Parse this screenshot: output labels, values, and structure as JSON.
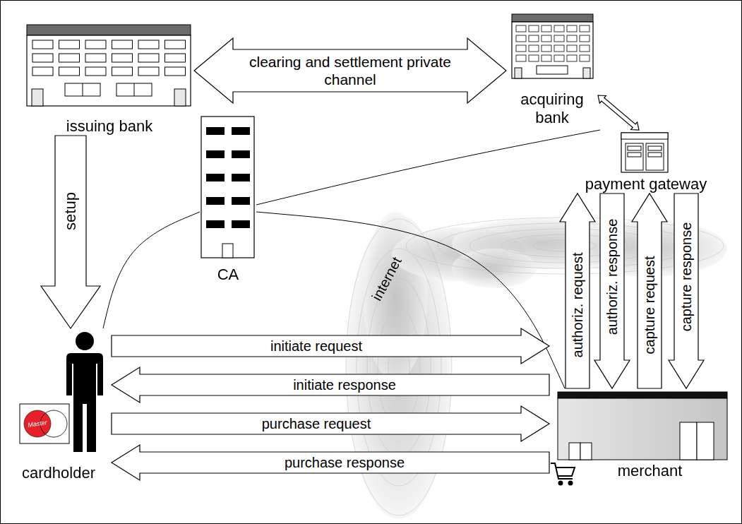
{
  "diagram": {
    "nodes": [
      {
        "text": [
          "issuing bank"
        ]
      },
      {
        "text": [
          "acquiring bank"
        ]
      },
      {
        "text": [
          "payment gateway"
        ]
      },
      {
        "text": [
          "CA"
        ]
      },
      {
        "text": [
          "cardholder"
        ]
      },
      {
        "text": [
          "merchant"
        ]
      }
    ],
    "edges": [
      {
        "from": 0,
        "to": 1,
        "arrow": "both",
        "label": "clearing and settlement private channel"
      },
      {
        "from": 1,
        "to": 2,
        "arrow": "both"
      },
      {
        "from": 0,
        "to": 4,
        "arrow": "to",
        "label": "setup"
      },
      {
        "from": 3,
        "to": 2,
        "arrow": "none"
      },
      {
        "from": 3,
        "to": 4,
        "arrow": "none"
      },
      {
        "from": 3,
        "to": 5,
        "arrow": "none"
      },
      {
        "from": 4,
        "to": 5,
        "arrow": "to",
        "label": "initiate request"
      },
      {
        "from": 5,
        "to": 4,
        "arrow": "to",
        "label": "initiate response"
      },
      {
        "from": 4,
        "to": 5,
        "arrow": "to",
        "label": "purchase request"
      },
      {
        "from": 5,
        "to": 4,
        "arrow": "to",
        "label": "purchase response"
      },
      {
        "from": 5,
        "to": 2,
        "arrow": "to",
        "label": "authoriz. request"
      },
      {
        "from": 2,
        "to": 5,
        "arrow": "to",
        "label": "authoriz. response"
      },
      {
        "from": 5,
        "to": 2,
        "arrow": "to",
        "label": "capture request"
      },
      {
        "from": 2,
        "to": 5,
        "arrow": "to",
        "label": "capture response"
      }
    ],
    "labels": [
      "internet",
      "Master"
    ]
  }
}
